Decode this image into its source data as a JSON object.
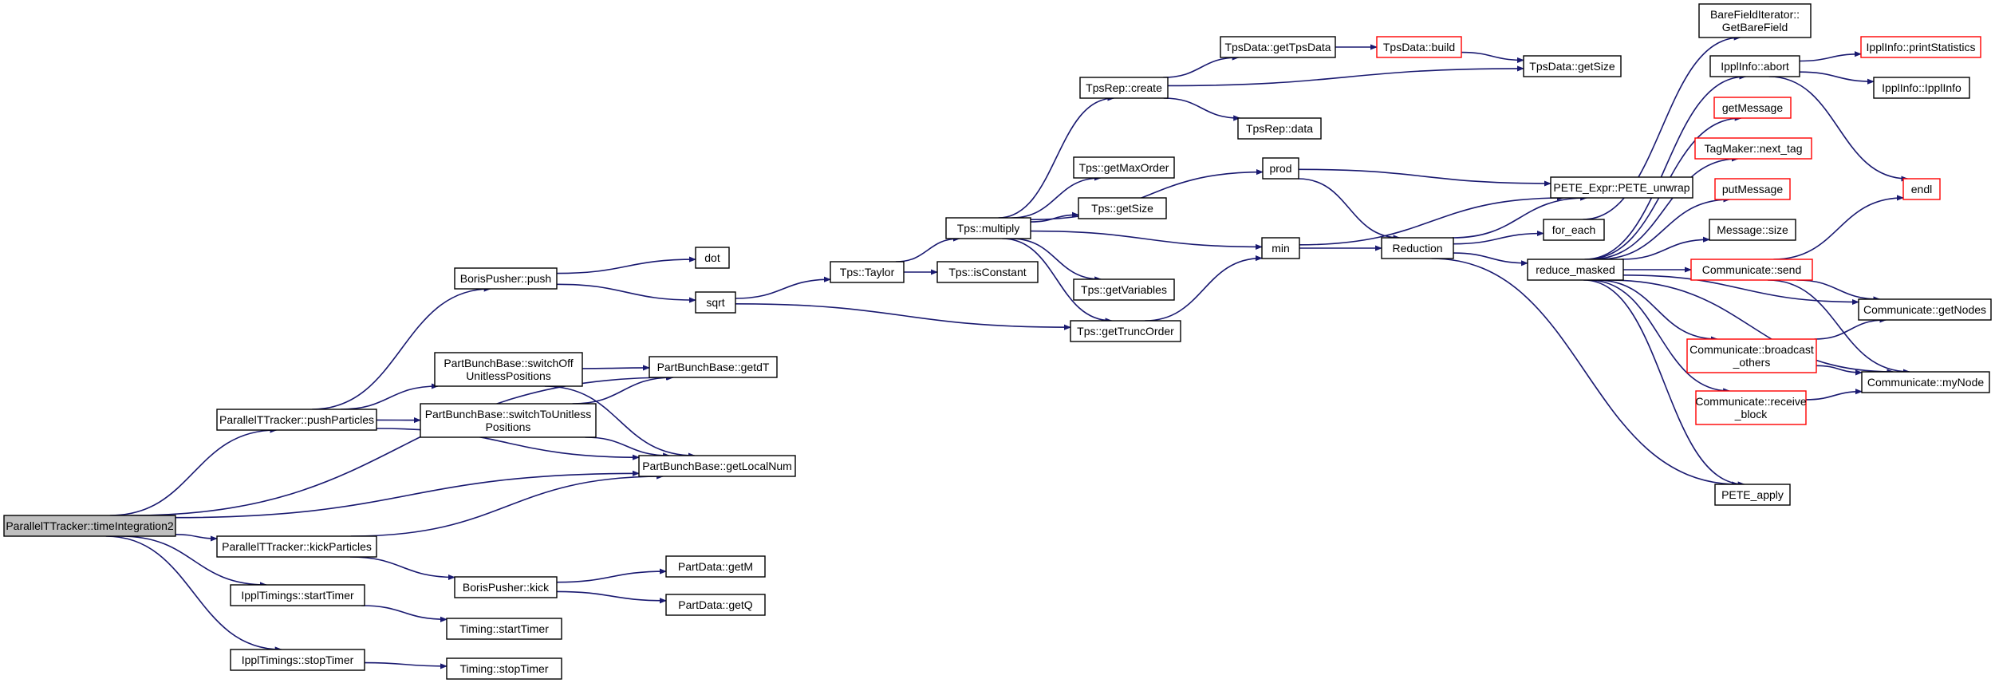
{
  "graph": {
    "colors": {
      "edge": "#191970",
      "box_border": "#000000",
      "box_border_truncated": "#ff0000",
      "root_fill": "#bfbfbf",
      "box_fill": "#ffffff"
    },
    "nodes": {
      "root": {
        "lines": [
          "ParallelTTracker::timeIntegration2"
        ],
        "type": "root"
      },
      "pushParticles": {
        "lines": [
          "ParallelTTracker::pushParticles"
        ],
        "type": "normal"
      },
      "kickParticles": {
        "lines": [
          "ParallelTTracker::kickParticles"
        ],
        "type": "normal"
      },
      "startTimer": {
        "lines": [
          "IpplTimings::startTimer"
        ],
        "type": "normal"
      },
      "stopTimer": {
        "lines": [
          "IpplTimings::stopTimer"
        ],
        "type": "normal"
      },
      "borisPush": {
        "lines": [
          "BorisPusher::push"
        ],
        "type": "normal"
      },
      "switchOff": {
        "lines": [
          "PartBunchBase::switchOff",
          "UnitlessPositions"
        ],
        "type": "normal"
      },
      "switchTo": {
        "lines": [
          "PartBunchBase::switchToUnitless",
          "Positions"
        ],
        "type": "normal"
      },
      "getdT": {
        "lines": [
          "PartBunchBase::getdT"
        ],
        "type": "normal"
      },
      "getLocalNum": {
        "lines": [
          "PartBunchBase::getLocalNum"
        ],
        "type": "normal"
      },
      "borisKick": {
        "lines": [
          "BorisPusher::kick"
        ],
        "type": "normal"
      },
      "timingStart": {
        "lines": [
          "Timing::startTimer"
        ],
        "type": "normal"
      },
      "timingStop": {
        "lines": [
          "Timing::stopTimer"
        ],
        "type": "normal"
      },
      "dot": {
        "lines": [
          "dot"
        ],
        "type": "normal"
      },
      "sqrt": {
        "lines": [
          "sqrt"
        ],
        "type": "normal"
      },
      "getM": {
        "lines": [
          "PartData::getM"
        ],
        "type": "normal"
      },
      "getQ": {
        "lines": [
          "PartData::getQ"
        ],
        "type": "normal"
      },
      "taylor": {
        "lines": [
          "Tps::Taylor"
        ],
        "type": "normal"
      },
      "isConstant": {
        "lines": [
          "Tps::isConstant"
        ],
        "type": "normal"
      },
      "multiply": {
        "lines": [
          "Tps::multiply"
        ],
        "type": "normal"
      },
      "tpsRepCreate": {
        "lines": [
          "TpsRep::create"
        ],
        "type": "normal"
      },
      "getMaxOrder": {
        "lines": [
          "Tps::getMaxOrder"
        ],
        "type": "normal"
      },
      "tpsGetSize": {
        "lines": [
          "Tps::getSize"
        ],
        "type": "normal"
      },
      "getVariables": {
        "lines": [
          "Tps::getVariables"
        ],
        "type": "normal"
      },
      "getTruncOrder": {
        "lines": [
          "Tps::getTruncOrder"
        ],
        "type": "normal"
      },
      "getTpsData": {
        "lines": [
          "TpsData::getTpsData"
        ],
        "type": "normal"
      },
      "tpsRepData": {
        "lines": [
          "TpsRep::data"
        ],
        "type": "normal"
      },
      "prod": {
        "lines": [
          "prod"
        ],
        "type": "normal"
      },
      "min": {
        "lines": [
          "min"
        ],
        "type": "normal"
      },
      "tpsDataBuild": {
        "lines": [
          "TpsData::build"
        ],
        "type": "truncated"
      },
      "tpsDataGetSize": {
        "lines": [
          "TpsData::getSize"
        ],
        "type": "normal"
      },
      "peteUnwrap": {
        "lines": [
          "PETE_Expr::PETE_unwrap"
        ],
        "type": "normal"
      },
      "reduction": {
        "lines": [
          "Reduction"
        ],
        "type": "normal"
      },
      "forEach": {
        "lines": [
          "for_each"
        ],
        "type": "normal"
      },
      "reduceMasked": {
        "lines": [
          "reduce_masked"
        ],
        "type": "normal"
      },
      "bareField": {
        "lines": [
          "BareFieldIterator::",
          "GetBareField"
        ],
        "type": "normal"
      },
      "ipplAbort": {
        "lines": [
          "IpplInfo::abort"
        ],
        "type": "normal"
      },
      "getMessage": {
        "lines": [
          "getMessage"
        ],
        "type": "truncated"
      },
      "nextTag": {
        "lines": [
          "TagMaker::next_tag"
        ],
        "type": "truncated"
      },
      "putMessage": {
        "lines": [
          "putMessage"
        ],
        "type": "truncated"
      },
      "messageSize": {
        "lines": [
          "Message::size"
        ],
        "type": "normal"
      },
      "commSend": {
        "lines": [
          "Communicate::send"
        ],
        "type": "truncated"
      },
      "commBroadcast": {
        "lines": [
          "Communicate::broadcast",
          "_others"
        ],
        "type": "truncated"
      },
      "commReceive": {
        "lines": [
          "Communicate::receive",
          "_block"
        ],
        "type": "truncated"
      },
      "peteApply": {
        "lines": [
          "PETE_apply"
        ],
        "type": "normal"
      },
      "printStatistics": {
        "lines": [
          "IpplInfo::printStatistics"
        ],
        "type": "truncated"
      },
      "ipplInfoCtor": {
        "lines": [
          "IpplInfo::IpplInfo"
        ],
        "type": "normal"
      },
      "endl": {
        "lines": [
          "endl"
        ],
        "type": "truncated"
      },
      "getNodes": {
        "lines": [
          "Communicate::getNodes"
        ],
        "type": "normal"
      },
      "myNode": {
        "lines": [
          "Communicate::myNode"
        ],
        "type": "normal"
      }
    },
    "edges": [
      [
        "root",
        "pushParticles"
      ],
      [
        "root",
        "kickParticles"
      ],
      [
        "root",
        "startTimer"
      ],
      [
        "root",
        "stopTimer"
      ],
      [
        "root",
        "getdT"
      ],
      [
        "root",
        "getLocalNum"
      ],
      [
        "pushParticles",
        "borisPush"
      ],
      [
        "pushParticles",
        "switchOff"
      ],
      [
        "pushParticles",
        "switchTo"
      ],
      [
        "pushParticles",
        "getLocalNum"
      ],
      [
        "kickParticles",
        "getLocalNum"
      ],
      [
        "kickParticles",
        "borisKick"
      ],
      [
        "startTimer",
        "timingStart"
      ],
      [
        "stopTimer",
        "timingStop"
      ],
      [
        "switchOff",
        "getdT"
      ],
      [
        "switchOff",
        "getLocalNum"
      ],
      [
        "switchTo",
        "getdT"
      ],
      [
        "switchTo",
        "getLocalNum"
      ],
      [
        "borisPush",
        "dot"
      ],
      [
        "borisPush",
        "sqrt"
      ],
      [
        "borisKick",
        "getM"
      ],
      [
        "borisKick",
        "getQ"
      ],
      [
        "sqrt",
        "taylor"
      ],
      [
        "sqrt",
        "getTruncOrder"
      ],
      [
        "taylor",
        "isConstant"
      ],
      [
        "taylor",
        "multiply"
      ],
      [
        "multiply",
        "tpsRepCreate"
      ],
      [
        "multiply",
        "getMaxOrder"
      ],
      [
        "multiply",
        "tpsGetSize"
      ],
      [
        "multiply",
        "getVariables"
      ],
      [
        "multiply",
        "getTruncOrder"
      ],
      [
        "multiply",
        "prod"
      ],
      [
        "multiply",
        "min"
      ],
      [
        "tpsRepCreate",
        "getTpsData"
      ],
      [
        "tpsRepCreate",
        "tpsRepData"
      ],
      [
        "tpsRepCreate",
        "tpsDataGetSize"
      ],
      [
        "getTpsData",
        "tpsDataBuild"
      ],
      [
        "tpsDataBuild",
        "tpsDataGetSize"
      ],
      [
        "getTruncOrder",
        "min"
      ],
      [
        "prod",
        "peteUnwrap"
      ],
      [
        "prod",
        "reduction"
      ],
      [
        "min",
        "peteUnwrap"
      ],
      [
        "min",
        "reduction"
      ],
      [
        "reduction",
        "peteUnwrap"
      ],
      [
        "reduction",
        "forEach"
      ],
      [
        "reduction",
        "reduceMasked"
      ],
      [
        "reduction",
        "peteApply"
      ],
      [
        "forEach",
        "bareField"
      ],
      [
        "reduceMasked",
        "ipplAbort"
      ],
      [
        "reduceMasked",
        "getMessage"
      ],
      [
        "reduceMasked",
        "nextTag"
      ],
      [
        "reduceMasked",
        "putMessage"
      ],
      [
        "reduceMasked",
        "messageSize"
      ],
      [
        "reduceMasked",
        "commSend"
      ],
      [
        "reduceMasked",
        "getNodes"
      ],
      [
        "reduceMasked",
        "commBroadcast"
      ],
      [
        "reduceMasked",
        "commReceive"
      ],
      [
        "reduceMasked",
        "myNode"
      ],
      [
        "reduceMasked",
        "peteApply"
      ],
      [
        "ipplAbort",
        "printStatistics"
      ],
      [
        "ipplAbort",
        "ipplInfoCtor"
      ],
      [
        "ipplAbort",
        "endl"
      ],
      [
        "commSend",
        "endl"
      ],
      [
        "commSend",
        "getNodes"
      ],
      [
        "commSend",
        "myNode"
      ],
      [
        "commBroadcast",
        "getNodes"
      ],
      [
        "commBroadcast",
        "myNode"
      ],
      [
        "commReceive",
        "myNode"
      ]
    ]
  }
}
